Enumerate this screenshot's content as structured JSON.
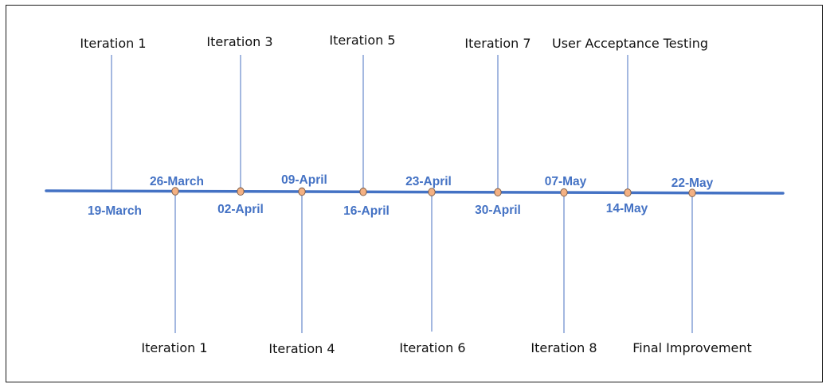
{
  "colors": {
    "axis": "#4472c4",
    "connector": "#4a72c0",
    "date_text": "#4472c4",
    "marker_fill": "#f4b183",
    "marker_stroke": "#7a5a44",
    "label_text": "#111111"
  },
  "timeline": {
    "dates": [
      "19-March",
      "26-March",
      "02-April",
      "09-April",
      "16-April",
      "23-April",
      "30-April",
      "07-May",
      "14-May",
      "22-May"
    ],
    "events": [
      {
        "label": "Iteration 1",
        "date_index": 0,
        "side": "above"
      },
      {
        "label": "Iteration 1",
        "date_index": 1,
        "side": "below"
      },
      {
        "label": "Iteration 3",
        "date_index": 2,
        "side": "above"
      },
      {
        "label": "Iteration 4",
        "date_index": 3,
        "side": "below"
      },
      {
        "label": "Iteration 5",
        "date_index": 4,
        "side": "above"
      },
      {
        "label": "Iteration 6",
        "date_index": 5,
        "side": "below"
      },
      {
        "label": "Iteration 7",
        "date_index": 6,
        "side": "above"
      },
      {
        "label": "Iteration 8",
        "date_index": 7,
        "side": "below"
      },
      {
        "label": "User Acceptance Testing",
        "date_index": 8,
        "side": "above"
      },
      {
        "label": "Final Improvement",
        "date_index": 9,
        "side": "below"
      }
    ]
  }
}
